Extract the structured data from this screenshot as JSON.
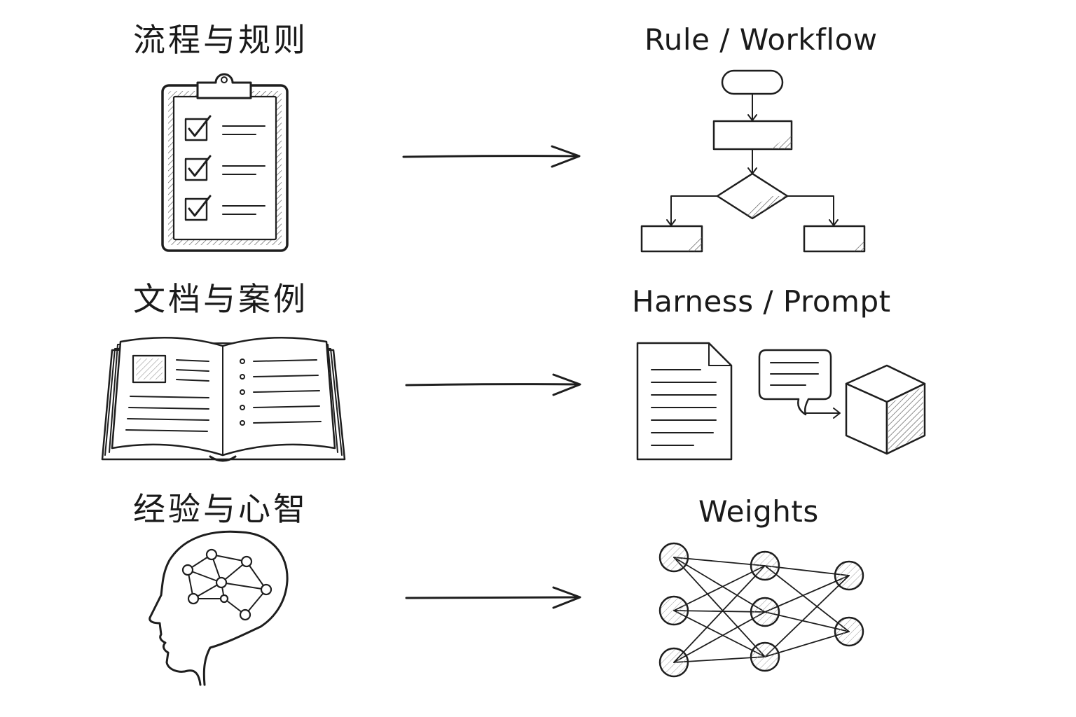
{
  "left_labels": [
    "流程与规则",
    "文档与案例",
    "经验与心智"
  ],
  "right_labels": [
    "Rule / Workflow",
    "Harness / Prompt",
    "Weights"
  ]
}
